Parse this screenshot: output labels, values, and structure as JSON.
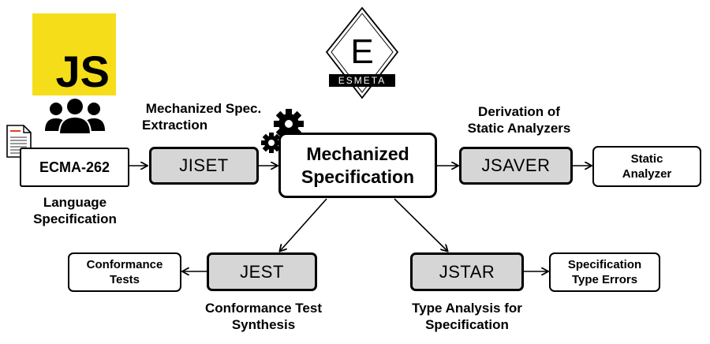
{
  "logos": {
    "js_text": "JS",
    "js_color": "#F5DE19",
    "esmeta_letter": "E",
    "esmeta_text": "ESMETA"
  },
  "icons": [
    "users-icon",
    "document-icon",
    "gears-icon"
  ],
  "nodes": {
    "ecma": "ECMA-262",
    "jiset": "JISET",
    "mech_line1": "Mechanized",
    "mech_line2": "Specification",
    "jsaver": "JSAVER",
    "static_line1": "Static",
    "static_line2": "Analyzer",
    "jest": "JEST",
    "conf_line1": "Conformance",
    "conf_line2": "Tests",
    "jstar": "JSTAR",
    "ste_line1": "Specification",
    "ste_line2": "Type Errors"
  },
  "captions": {
    "lang_line1": "Language",
    "lang_line2": "Specification",
    "extract_line1": "Mechanized Spec.",
    "extract_line2": "Extraction",
    "deriv_line1": "Derivation of",
    "deriv_line2": "Static Analyzers",
    "synth_line1": "Conformance Test",
    "synth_line2": "Synthesis",
    "ta_line1": "Type Analysis for",
    "ta_line2": "Specification"
  }
}
